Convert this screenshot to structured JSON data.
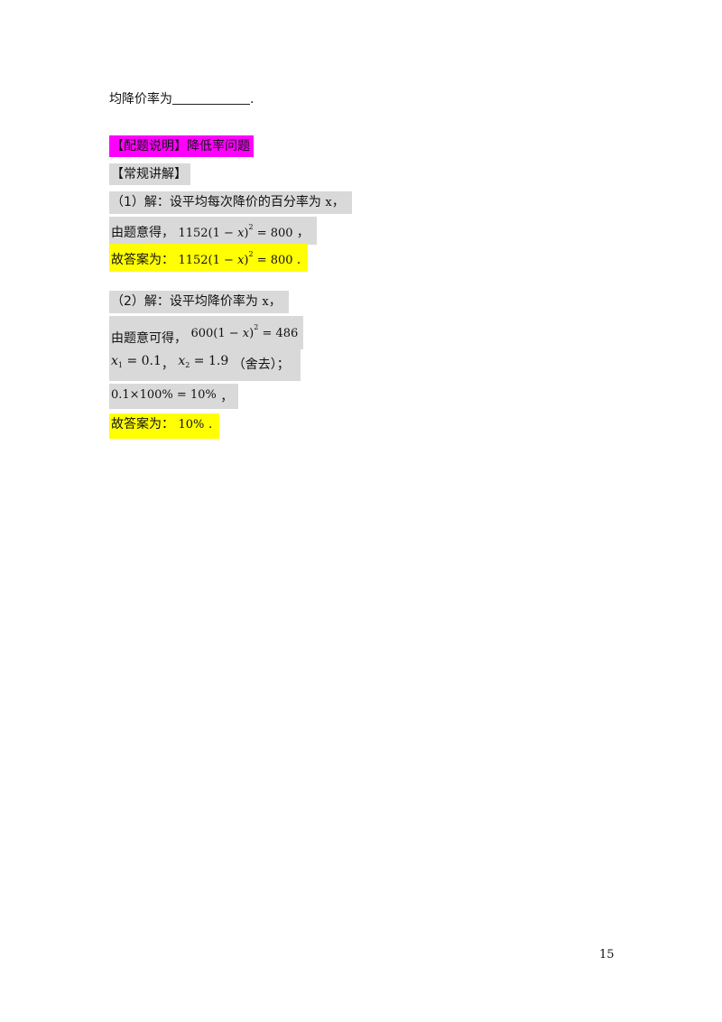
{
  "question_tail": {
    "text": "均降价率为",
    "end": "."
  },
  "tag": {
    "label": "【配题说明】降低率问题"
  },
  "explain_title": "【常规讲解】",
  "part1": {
    "intro": "（1）解：设平均每次降价的百分率为",
    "var": "x",
    "comma": "，",
    "eq_intro": "由题意得，",
    "eq": {
      "a": "1152",
      "inner": "1 − ",
      "x": "x",
      "exp": "2",
      "rhs": " = 800"
    },
    "eq_end": "，",
    "answer_label": "故答案为：",
    "answer_eq": {
      "a": "1152",
      "inner": "1 − ",
      "x": "x",
      "exp": "2",
      "rhs": " = 800"
    },
    "answer_end": "."
  },
  "part2": {
    "intro": "（2）解：设平均降价率为",
    "var": "x",
    "comma": "，",
    "eq_intro": "由题意可得，",
    "eq": {
      "a": "600",
      "inner": "1 − ",
      "x": "x",
      "exp": "2",
      "rhs": " = 486"
    },
    "sol": {
      "x1": "x",
      "s1": "1",
      "v1": " = 0.1",
      "x2": "x",
      "s2": "2",
      "v2": " = 1.9",
      "sep": "，",
      "note": "（舍去）；"
    },
    "pct_eq": "0.1×100% = 10%",
    "pct_end": "，",
    "answer_label": "故答案为：",
    "answer_val": "10%",
    "answer_end": "."
  },
  "page_number": "15"
}
